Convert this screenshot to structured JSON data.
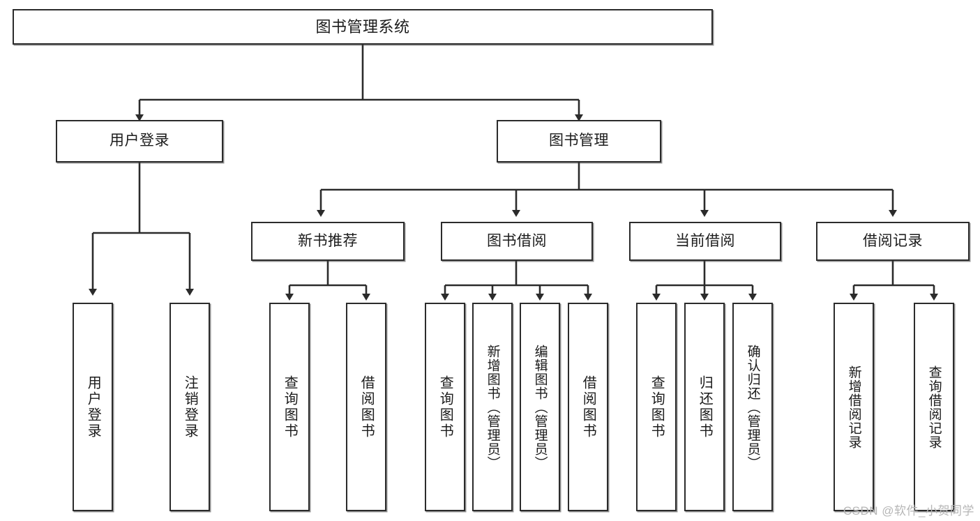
{
  "diagram": {
    "title": "图书管理系统",
    "type": "hierarchy-tree",
    "levels": 4,
    "nodes": {
      "root": {
        "label": "图书管理系统"
      },
      "level2": [
        {
          "id": "user-login",
          "label": "用户登录"
        },
        {
          "id": "book-management",
          "label": "图书管理"
        }
      ],
      "level3": [
        {
          "id": "new-book-recommend",
          "label": "新书推荐"
        },
        {
          "id": "book-borrow",
          "label": "图书借阅"
        },
        {
          "id": "current-borrow",
          "label": "当前借阅"
        },
        {
          "id": "borrow-record",
          "label": "借阅记录"
        }
      ],
      "level4": {
        "user-login": [
          {
            "id": "user-login-leaf",
            "label": "用户登录"
          },
          {
            "id": "logout-leaf",
            "label": "注销登录"
          }
        ],
        "new-book-recommend": [
          {
            "id": "query-book-1",
            "label": "查询图书"
          },
          {
            "id": "borrow-book-1",
            "label": "借阅图书"
          }
        ],
        "book-borrow": [
          {
            "id": "query-book-2",
            "label": "查询图书"
          },
          {
            "id": "add-book",
            "label": "新增图书（管理员）"
          },
          {
            "id": "edit-book",
            "label": "编辑图书（管理员）"
          },
          {
            "id": "borrow-book-2",
            "label": "借阅图书"
          }
        ],
        "current-borrow": [
          {
            "id": "query-book-3",
            "label": "查询图书"
          },
          {
            "id": "return-book",
            "label": "归还图书"
          },
          {
            "id": "confirm-return",
            "label": "确认归还（管理员）"
          }
        ],
        "borrow-record": [
          {
            "id": "add-borrow-record",
            "label": "新增借阅记录"
          },
          {
            "id": "query-borrow-record",
            "label": "查询借阅记录"
          }
        ]
      }
    },
    "colors": {
      "stroke": "#2b2b2b",
      "fill": "#ffffff",
      "text": "#1b1b1b",
      "watermark": "#b6b6b6"
    }
  },
  "watermark": {
    "text": "CSDN @软件_小贺同学"
  }
}
